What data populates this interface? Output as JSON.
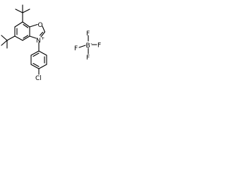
{
  "molecule": {
    "atoms": {
      "oxygen": {
        "symbol": "O",
        "color": "#ff0000"
      },
      "nitrogen": {
        "symbol": "N",
        "charge": "+",
        "color": "#0000ff"
      },
      "chlorine": {
        "symbol": "Cl",
        "color": "#00aa00"
      },
      "boron": {
        "symbol": "B",
        "charge": "-",
        "color": "#000000"
      },
      "fluorine_1": {
        "symbol": "F",
        "color": "#00aa00"
      },
      "fluorine_2": {
        "symbol": "F",
        "color": "#00aa00"
      },
      "fluorine_3": {
        "symbol": "F",
        "color": "#00aa00"
      },
      "fluorine_4": {
        "symbol": "F",
        "color": "#00aa00"
      }
    }
  }
}
